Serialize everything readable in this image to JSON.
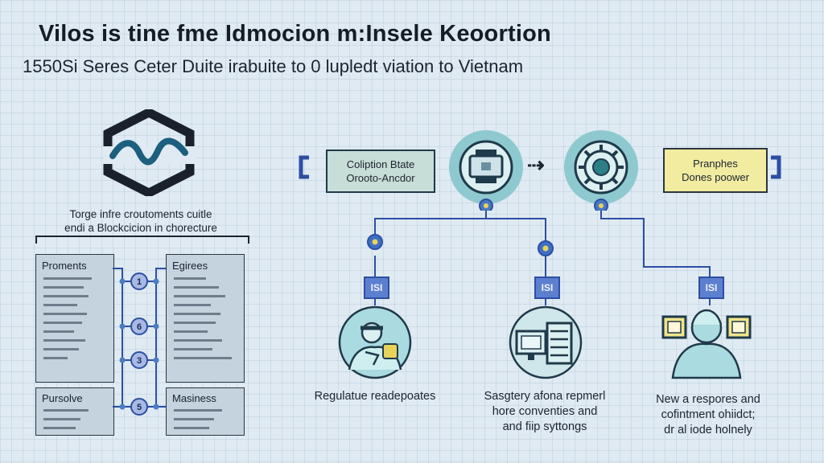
{
  "header": {
    "title": "Vilos is tine fme Idmocion m:Insele Keoortion",
    "subtitle": "1550Si Seres Ceter Duite irabuite to 0 lupledt viation to Vietnam"
  },
  "left_section": {
    "caption_line1": "Torge infre croutoments cuitle",
    "caption_line2": "endi a Blockcicion in chorecture",
    "panels": [
      {
        "title": "Proments"
      },
      {
        "title": "Egirees"
      },
      {
        "title": "Pursolve"
      },
      {
        "title": "Masiness"
      }
    ],
    "connector_badges": [
      "1",
      "6",
      "3",
      "5"
    ]
  },
  "flow": {
    "left_box_line1": "Coliption Btate",
    "left_box_line2": "Orooto-Ancdor",
    "arrow_text": "⇢",
    "right_box_line1": "Pranphes",
    "right_box_line2": "Dones poower",
    "badge_label": "ISI"
  },
  "nodes": [
    {
      "line1": "Regulatue readepoates",
      "line2": "",
      "line3": ""
    },
    {
      "line1": "Sasgtery afona repmerl",
      "line2": "hore conventies and",
      "line3": "and fiip syttongs"
    },
    {
      "line1": "New a respores and",
      "line2": "cofintment ohiidct;",
      "line3": "dr al iode holnely"
    }
  ],
  "colors": {
    "accent_blue": "#2c4fa3",
    "teal": "#8ec9cf",
    "yellow": "#f1eca0",
    "panel": "#c4d3dd"
  }
}
